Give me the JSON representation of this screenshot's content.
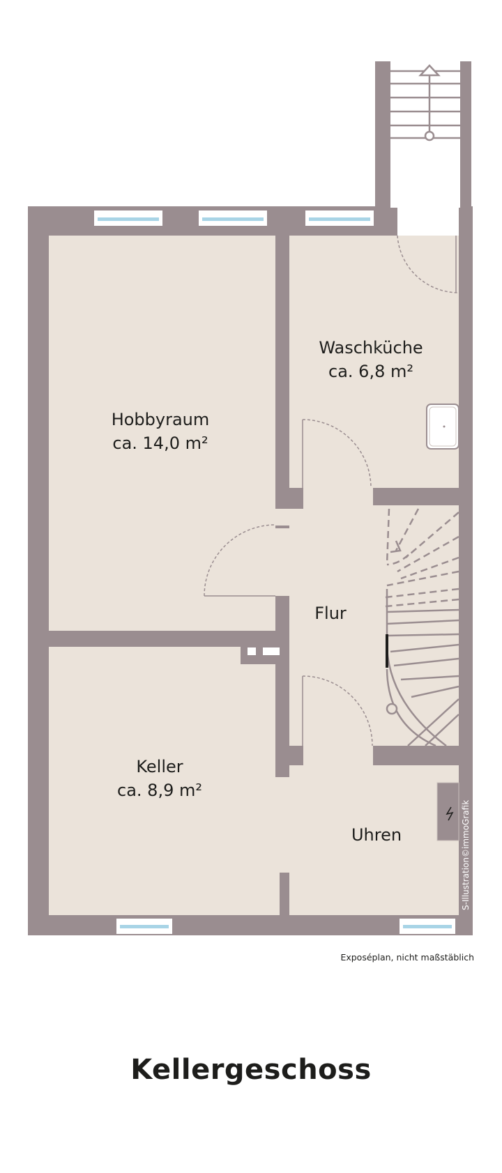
{
  "rooms": {
    "hobbyraum": {
      "name": "Hobbyraum",
      "area": "ca. 14,0 m²"
    },
    "waschkueche": {
      "name": "Waschküche",
      "area": "ca. 6,8 m²"
    },
    "flur": {
      "name": "Flur"
    },
    "keller": {
      "name": "Keller",
      "area": "ca. 8,9 m²"
    },
    "uhren": {
      "name": "Uhren"
    }
  },
  "note": "Exposéplan, nicht maßstäblich",
  "credit": "S-Illustration©immoGrafik",
  "title": "Kellergeschoss",
  "colors": {
    "wall": "#9a8d90",
    "floor": "#ebe3da",
    "window": "#a8d4e6",
    "ink": "#1d1d1b"
  }
}
